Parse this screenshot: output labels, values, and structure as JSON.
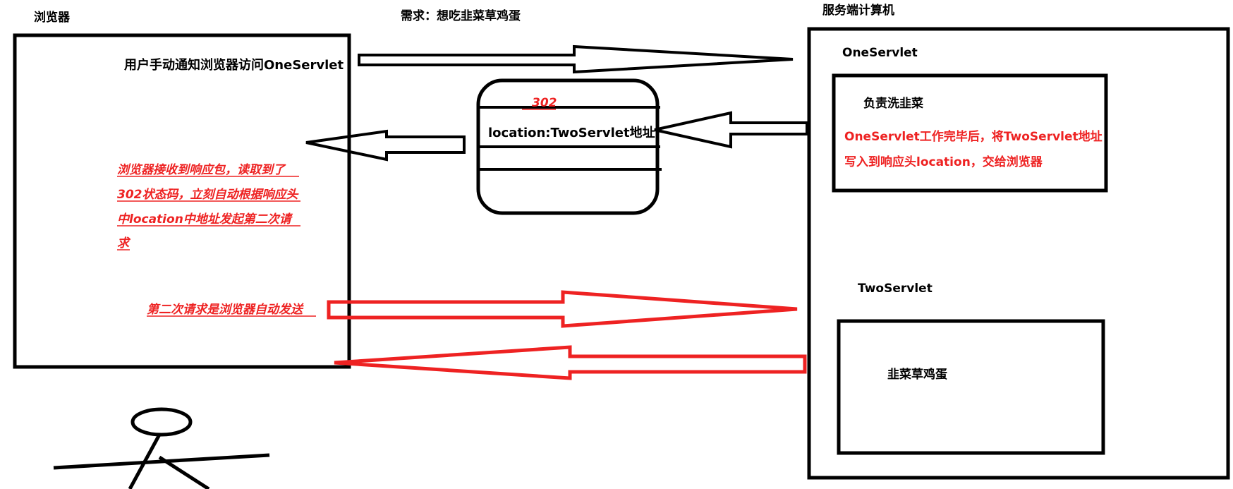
{
  "browser": {
    "title": "浏览器",
    "user_action": "用户手动通知浏览器访问OneServlet",
    "red_note_lines": [
      "浏览器接收到响应包，读取到了",
      "302状态码，立刻自动根据响应头",
      "中location中地址发起第二次请",
      "求"
    ],
    "second_request_note": "第二次请求是浏览器自动发送"
  },
  "requirement": "需求：想吃韭菜草鸡蛋",
  "server": {
    "title": "服务端计算机",
    "one_servlet": {
      "name": "OneServlet",
      "task": "负责洗韭菜",
      "note_lines": [
        "OneServlet工作完毕后，将TwoServlet地址",
        "写入到响应头location，交给浏览器"
      ]
    },
    "two_servlet": {
      "name": "TwoServlet",
      "task": "韭菜草鸡蛋"
    }
  },
  "response_packet": {
    "status": "302",
    "location": "location:TwoServlet地址"
  },
  "colors": {
    "ink": "#000000",
    "red": "#ee2222"
  }
}
